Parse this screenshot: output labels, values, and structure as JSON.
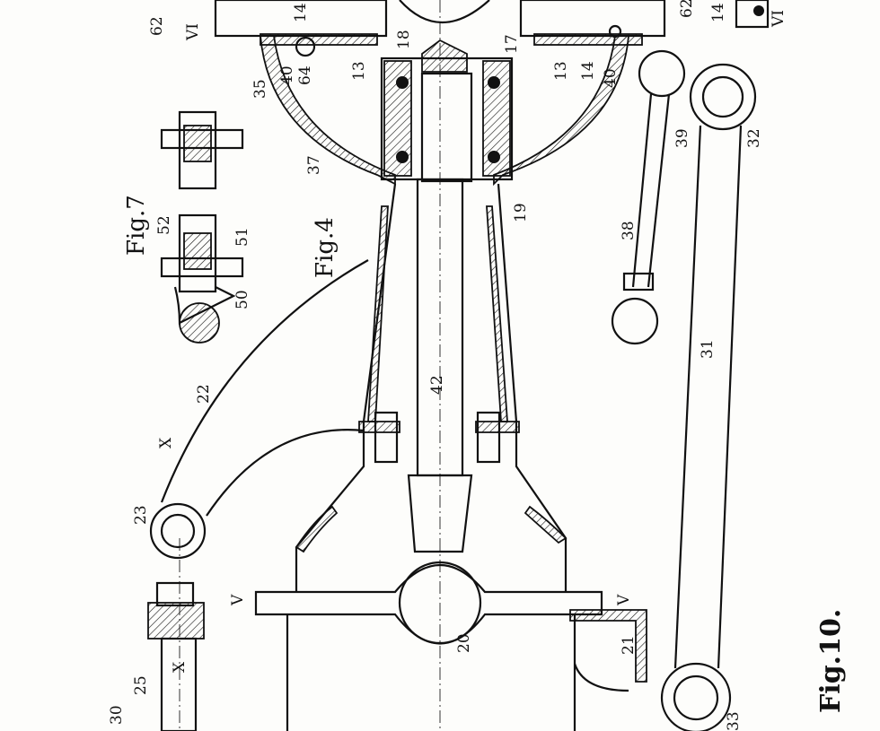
{
  "figures": {
    "fig4": "Fig.4",
    "fig7": "Fig.7",
    "fig10": "Fig.10."
  },
  "section_marks": {
    "vi_left": "VI",
    "vi_right": "VI",
    "v_left": "V",
    "v_right": "V",
    "x_upper": "X",
    "x_lower": "X"
  },
  "reference_numerals": {
    "n62a": "62",
    "n14a": "14",
    "n18": "18",
    "n17": "17",
    "n62b": "62",
    "n14b": "14",
    "n40a": "40",
    "n64": "64",
    "n13a": "13",
    "n13b": "13",
    "n14c": "14",
    "n40b": "40",
    "n35": "35",
    "n37": "37",
    "n39": "39",
    "n32": "32",
    "n52": "52",
    "n51": "51",
    "n50": "50",
    "n19": "19",
    "n38": "38",
    "n22": "22",
    "n42": "42",
    "n31": "31",
    "n23": "23",
    "n20": "20",
    "n21": "21",
    "n25": "25",
    "n30": "30",
    "n33": "33"
  }
}
